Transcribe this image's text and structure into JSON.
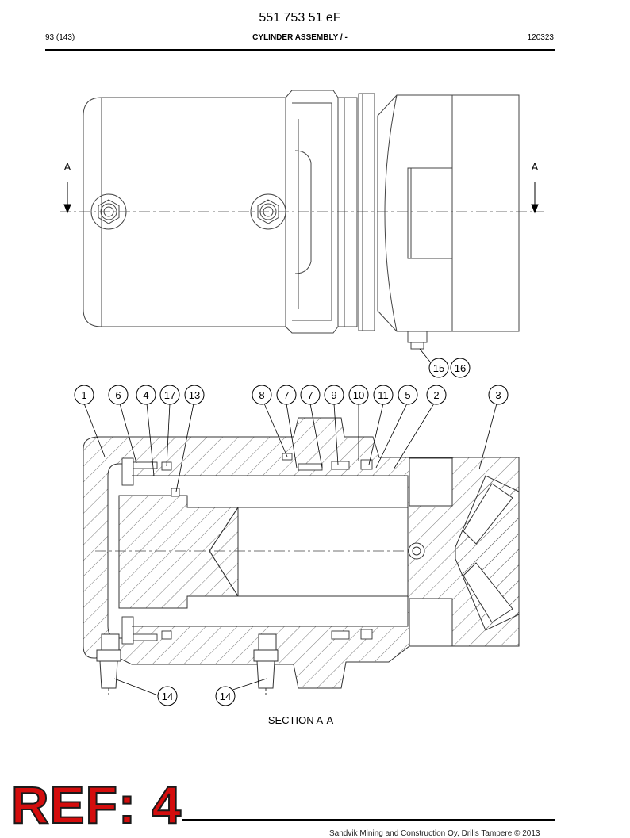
{
  "header": {
    "document_number": "551 753 51 eF",
    "page": "93 (143)",
    "title": "CYLINDER ASSEMBLY / -",
    "code": "120323"
  },
  "top_view": {
    "section_marker_left": "A",
    "section_marker_right": "A",
    "callouts": [
      "15",
      "16"
    ]
  },
  "section_view": {
    "callouts": [
      "1",
      "6",
      "4",
      "17",
      "13",
      "8",
      "7",
      "7",
      "9",
      "10",
      "11",
      "5",
      "2",
      "3",
      "14",
      "14"
    ],
    "caption": "SECTION A-A"
  },
  "reference_stamp": "REF: 4",
  "footer": {
    "copyright": "Sandvik Mining and Construction Oy, Drills Tampere © 2013"
  }
}
